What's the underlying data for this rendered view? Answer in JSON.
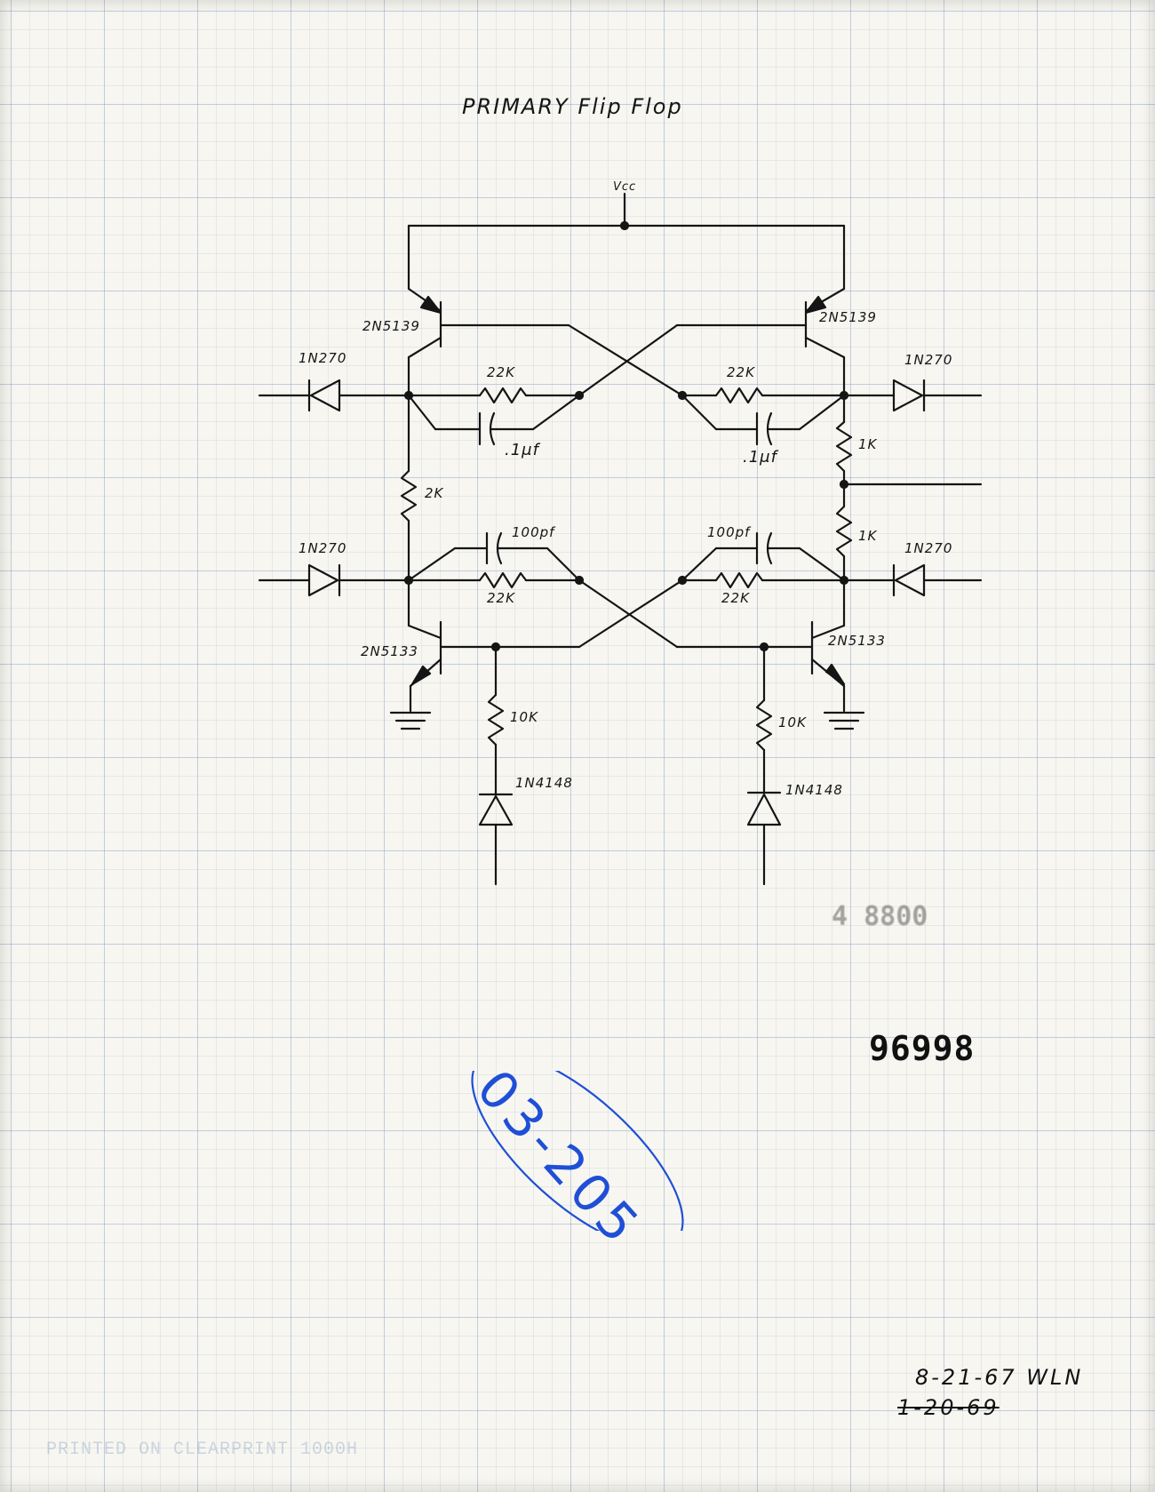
{
  "title": "PRIMARY Flip Flop",
  "supply": "Vcc",
  "labels": {
    "q_tl": "2N5139",
    "q_tr": "2N5139",
    "q_bl": "2N5133",
    "q_br": "2N5133",
    "d_tl": "1N270",
    "d_tr": "1N270",
    "d_bl": "1N270",
    "d_br": "1N270",
    "r_top_l": "22K",
    "r_top_r": "22K",
    "c_top_l": ".1μf",
    "c_top_r": ".1μf",
    "r_mid_l": "2K",
    "r_mid_r1": "1K",
    "r_mid_r2": "1K",
    "c_bot_l": "100pf",
    "c_bot_r": "100pf",
    "r_bot_l": "22K",
    "r_bot_r": "22K",
    "r_base_l": "10K",
    "r_base_r": "10K",
    "d_base_l": "1N4148",
    "d_base_r": "1N4148"
  },
  "stamp_faded": "4 8800",
  "stamp_number": "96998",
  "blue_note": "03-205",
  "dates": [
    "8-21-67 WLN",
    "1-20-69"
  ],
  "footer": "PRINTED ON CLEARPRINT 1000H"
}
